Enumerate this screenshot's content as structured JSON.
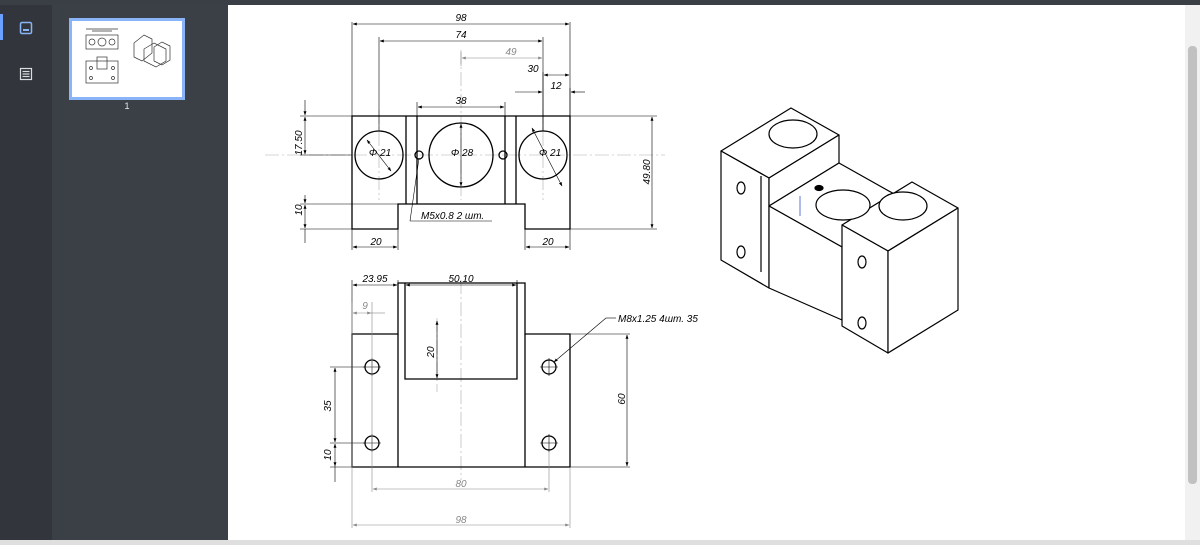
{
  "viewer": {
    "page_number": "1",
    "sidebar_buttons": [
      {
        "icon": "image-thumbnails-icon"
      },
      {
        "icon": "document-outline-icon"
      }
    ],
    "colors": {
      "sidebar": "#3b4047",
      "accent": "#8ab4f8",
      "page": "#ffffff",
      "background": "#dfdfdf"
    }
  },
  "drawing": {
    "front": {
      "d98": "98",
      "d74": "74",
      "d49": "49",
      "d38": "38",
      "d30": "30",
      "d12": "12",
      "d1750": "17.50",
      "d10": "10",
      "d4980": "49.80",
      "d20_left": "20",
      "d20_right": "20",
      "phi21_left": "Φ 21",
      "phi28": "Φ 28",
      "phi21_right": "Φ 21",
      "thread_note": "M5x0.8 2 шт."
    },
    "top": {
      "d2395": "23.95",
      "d5010": "50.10",
      "d9": "9",
      "d20": "20",
      "d35": "35",
      "d10": "10",
      "d60": "60",
      "d80": "80",
      "d98": "98",
      "thread_note": "M8x1.25 4шт. 35"
    }
  }
}
